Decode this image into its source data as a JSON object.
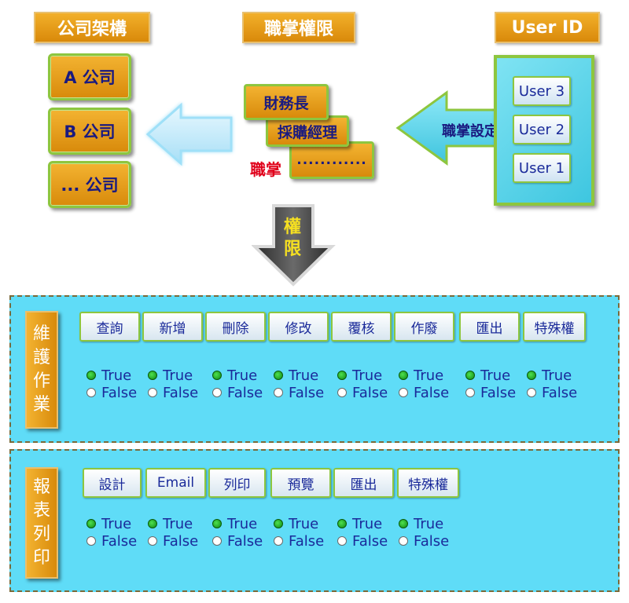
{
  "headers": {
    "company": "公司架構",
    "duty": "職掌權限",
    "user": "User ID"
  },
  "companies": [
    "A 公司",
    "B 公司",
    "... 公司"
  ],
  "roles": [
    "財務長",
    "採購經理",
    "............"
  ],
  "role_caption": "職掌",
  "duty_setting_label": "職掌設定",
  "users": [
    "User 3",
    "User 2",
    "User 1"
  ],
  "permission_label": [
    "權",
    "限"
  ],
  "maintenance": {
    "label": [
      "維",
      "護",
      "作",
      "業"
    ],
    "actions": [
      "查詢",
      "新增",
      "刪除",
      "修改",
      "覆核",
      "作廢",
      "匯出",
      "特殊權"
    ],
    "true_label": "True",
    "false_label": "False"
  },
  "report": {
    "label": [
      "報",
      "表",
      "列",
      "印"
    ],
    "actions": [
      "設計",
      "Email",
      "列印",
      "預覽",
      "匯出",
      "特殊權"
    ],
    "true_label": "True",
    "false_label": "False"
  },
  "colors": {
    "gold": "#e09a16",
    "green_border": "#8dc63f",
    "cyan": "#5fdcf7",
    "navy_text": "#1a2a9a",
    "red_caption": "#e0001a"
  }
}
